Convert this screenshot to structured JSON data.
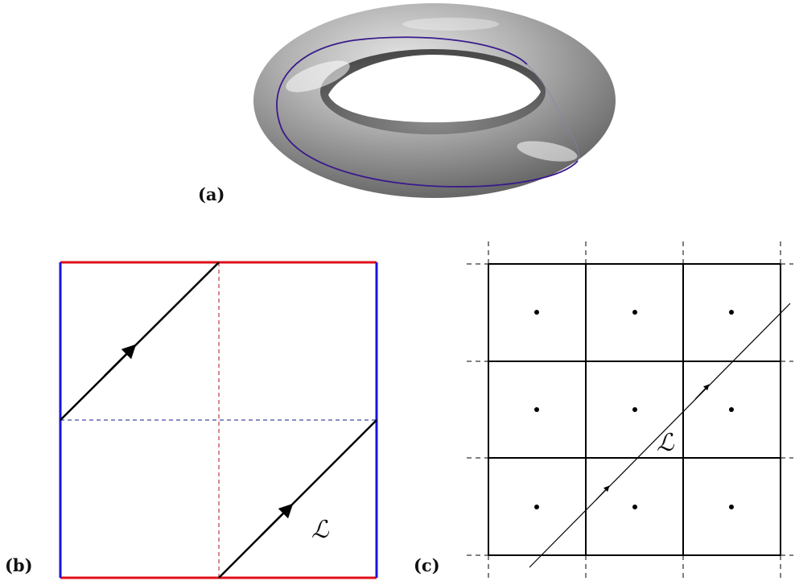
{
  "figure": {
    "panel_a": {
      "label": "(a)"
    },
    "panel_b": {
      "label": "(b)",
      "curve_label": "ℒ"
    },
    "panel_c": {
      "label": "(c)",
      "curve_label": "ℒ"
    }
  },
  "colors": {
    "torus_dark": "#6f6f6f",
    "torus_light": "#e2e2e2",
    "curve_on_torus": "#3a1a8c",
    "horizontal_edges": "#e0101a",
    "vertical_edges": "#1515e0",
    "dashed_vertical_midline": "#b01020",
    "dashed_horizontal_midline": "#1a1a8c",
    "lines": "#000000"
  }
}
